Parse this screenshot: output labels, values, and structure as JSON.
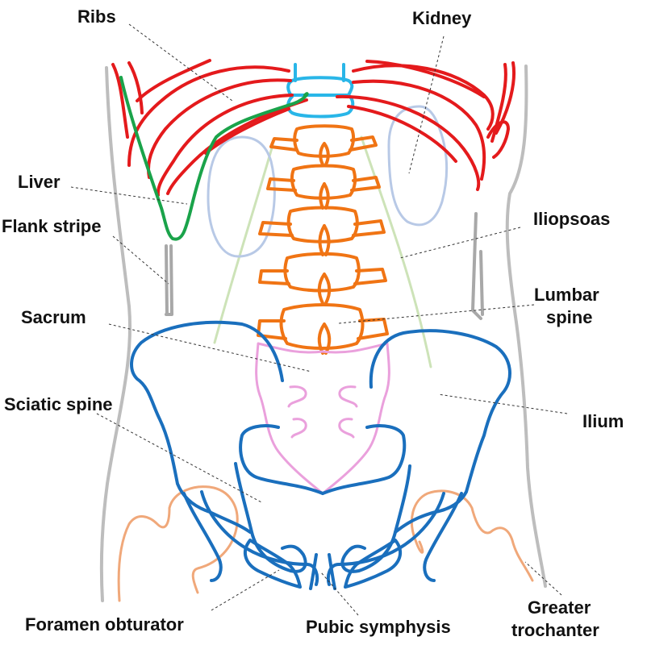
{
  "labels": {
    "ribs": "Ribs",
    "kidney": "Kidney",
    "liver": "Liver",
    "flank_stripe": "Flank stripe",
    "iliopsoas": "Iliopsoas",
    "lumbar_spine_line1": "Lumbar",
    "lumbar_spine_line2": "spine",
    "sacrum": "Sacrum",
    "sciatic_spine": "Sciatic spine",
    "ilium": "Ilium",
    "foramen_obturator": "Foramen obturator",
    "pubic_symphysis": "Pubic symphysis",
    "greater_trochanter_line1": "Greater",
    "greater_trochanter_line2": "trochanter"
  },
  "colors": {
    "ribs": "#e41a1c",
    "thoracic_vertebra": "#29b6e8",
    "liver": "#1aa34a",
    "kidney": "#b8c9e6",
    "iliopsoas": "#cde3b8",
    "lumbar_spine": "#f07414",
    "sacrum": "#eaa0dc",
    "pelvis": "#1a6fbd",
    "femur": "#f0a87a",
    "body_outline": "#bdbdbd",
    "flank_stripe": "#a8a8a8",
    "leader_line": "#333333",
    "label_text": "#111111"
  }
}
